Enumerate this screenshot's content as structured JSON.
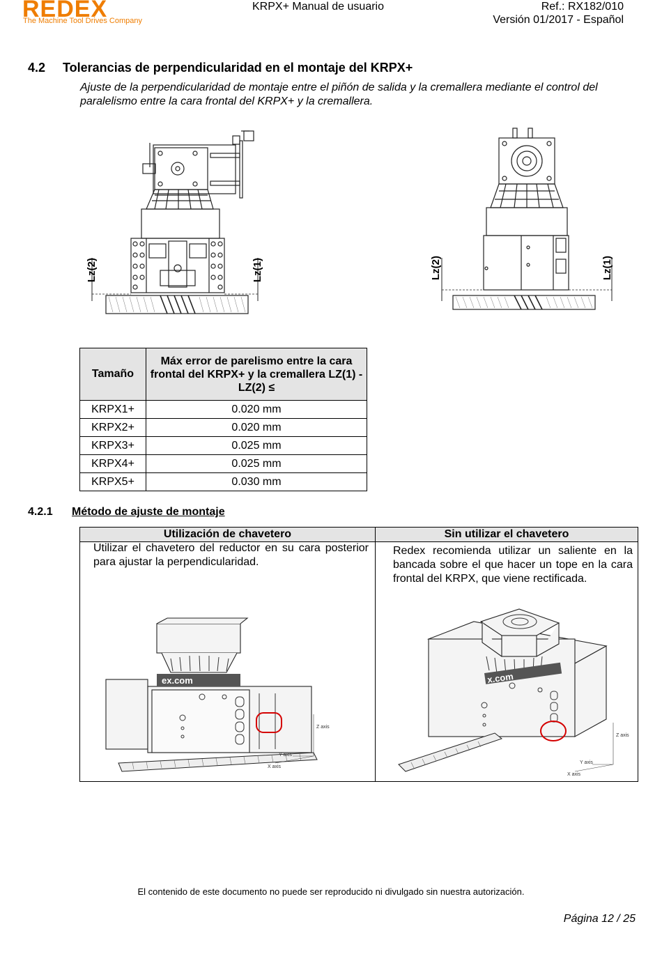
{
  "header": {
    "logo_word": "REDEX",
    "logo_tagline": "The Machine Tool Drives Company",
    "doc_title": "KRPX+ Manual de usuario",
    "ref": "Ref.: RX182/010",
    "version": "Versión 01/2017 - Español",
    "brand_color": "#ef7d00"
  },
  "section": {
    "number": "4.2",
    "title": "Tolerancias de perpendicularidad en el montaje del KRPX+",
    "intro": "Ajuste de la perpendicularidad de montaje entre el piñón de salida y la cremallera mediante el control del paralelismo entre la cara frontal del KRPX+ y la cremallera."
  },
  "drawings": {
    "left": {
      "label_a": "Lz(2)",
      "label_b": "Lz(1)"
    },
    "right": {
      "label_a": "Lz(2)",
      "label_b": "Lz(1)"
    }
  },
  "tolerance_table": {
    "header_size": "Tamaño",
    "header_error": "Máx error de parelismo entre la cara frontal del KRPX+ y la cremallera LZ(1) - LZ(2) ≤",
    "rows": [
      {
        "size": "KRPX1+",
        "value": "0.020 mm"
      },
      {
        "size": "KRPX2+",
        "value": "0.020 mm"
      },
      {
        "size": "KRPX3+",
        "value": "0.025 mm"
      },
      {
        "size": "KRPX4+",
        "value": "0.025 mm"
      },
      {
        "size": "KRPX5+",
        "value": "0.030 mm"
      }
    ]
  },
  "subsection": {
    "number": "4.2.1",
    "title": "Método de ajuste de montaje"
  },
  "method_table": {
    "col1_header": "Utilización de chavetero",
    "col2_header": "Sin utilizar el chavetero",
    "col1_text": "Utilizar el chavetero del reductor en su cara posterior para ajustar la perpendicularidad.",
    "col2_text": "Redex recomienda utilizar un saliente en la bancada sobre el que hacer un tope en la cara frontal del KRPX, que viene rectificada.",
    "img1": {
      "brand": "ex.com",
      "z": "Z axis",
      "y": "Y axis",
      "x": "X axis"
    },
    "img2": {
      "brand": "x.com",
      "z": "Z axis",
      "y": "Y axis",
      "x": "X axis"
    },
    "highlight_color": "#d40000"
  },
  "footer": {
    "note": "El contenido de este documento no puede ser reproducido ni divulgado sin nuestra autorización.",
    "page": "Página 12 / 25"
  }
}
